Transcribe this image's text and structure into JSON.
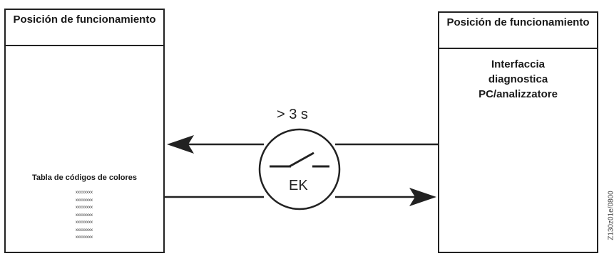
{
  "left_panel": {
    "title": "Posición de funcionamiento",
    "legend_label": "Tabla de códigos de colores",
    "code_entries": [
      "xxxxxxxx",
      "xxxxxxxx",
      "xxxxxxxx",
      "xxxxxxxx",
      "xxxxxxxx",
      "xxxxxxxx",
      "xxxxxxxx"
    ]
  },
  "right_panel": {
    "title": "Posición de funcionamiento",
    "interface_label": "Interfaccia\ndiagnostica\nPC/analizzatore"
  },
  "connection": {
    "duration_label": "> 3 s",
    "switch_label": "EK"
  },
  "doc_id": "Z130z01e/0800"
}
